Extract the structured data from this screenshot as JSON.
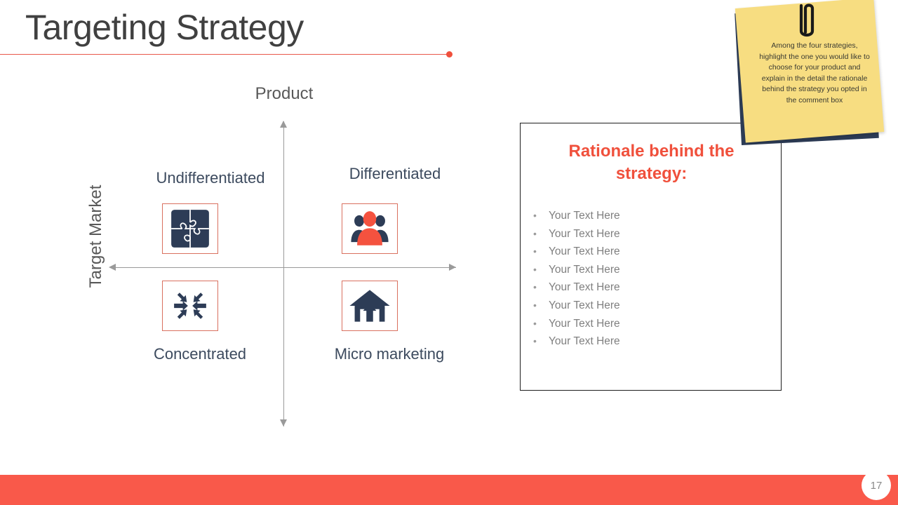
{
  "slide": {
    "title": "Targeting Strategy",
    "page_number": "17",
    "accent_red": "#f0503c",
    "navy": "#2d3c56",
    "footer_red": "#f9594a",
    "note_yellow": "#f7dd81",
    "title_gray": "#404040"
  },
  "matrix": {
    "y_axis_label": "Target Market",
    "x_axis_label": "Product",
    "quadrants": [
      {
        "label": "Undifferentiated",
        "icon": "puzzle-icon",
        "position": "top-left"
      },
      {
        "label": "Differentiated",
        "icon": "people-group-icon",
        "position": "top-right"
      },
      {
        "label": "Concentrated",
        "icon": "converging-arrows-icon",
        "position": "bottom-left"
      },
      {
        "label": "Micro marketing",
        "icon": "house-arrow-icon",
        "position": "bottom-right"
      }
    ]
  },
  "rationale": {
    "heading": "Rationale behind the strategy:",
    "bullet_char": "•",
    "bullets": [
      "Your Text Here",
      "Your Text Here",
      "Your Text Here",
      "Your Text Here",
      "Your Text Here",
      "Your Text Here",
      "Your Text Here",
      "Your Text Here"
    ]
  },
  "sticky_note": {
    "text": "Among the four strategies, highlight the one you would like to choose for your product and explain in the detail the rationale behind the strategy you opted in the comment box"
  }
}
